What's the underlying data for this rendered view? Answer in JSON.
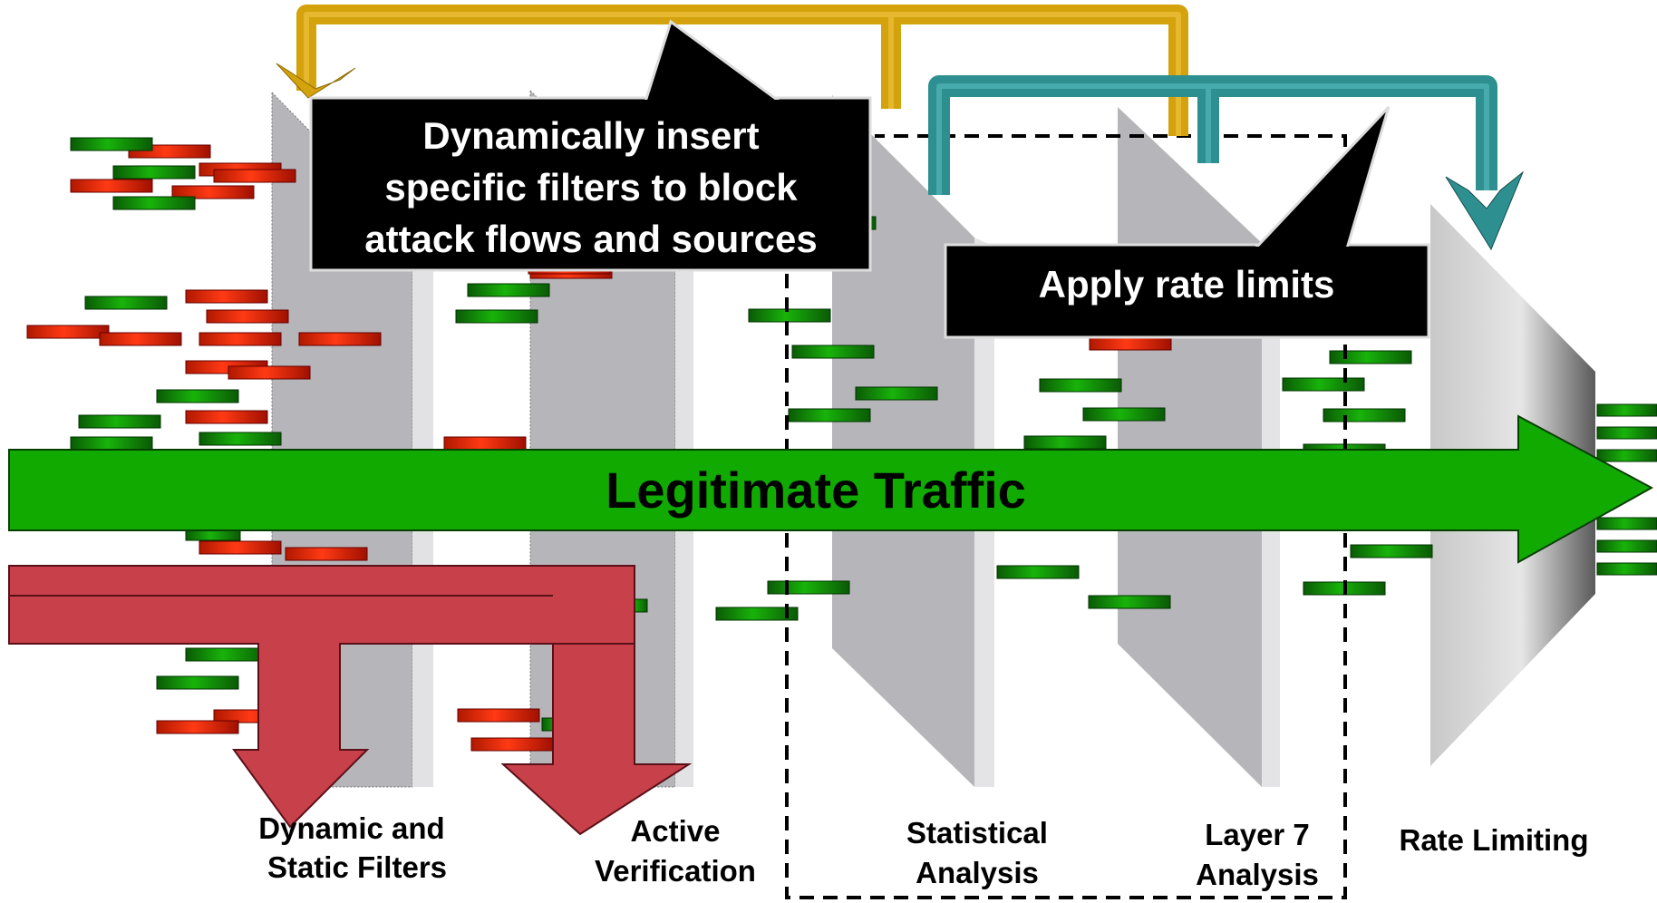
{
  "callouts": {
    "filters": [
      "Dynamically insert",
      "specific filters to block",
      "attack flows and sources"
    ],
    "rate": "Apply rate limits"
  },
  "main_arrow": "Legitimate Traffic",
  "stages": {
    "dynamic_filters": [
      "Dynamic and",
      "Static Filters"
    ],
    "active_verification": [
      "Active",
      "Verification"
    ],
    "statistical": [
      "Statistical",
      "Analysis"
    ],
    "layer7": [
      "Layer 7",
      "Analysis"
    ],
    "rate_limiting": "Rate Limiting"
  },
  "colors": {
    "legit": "#11aa00",
    "attack": "#e8200a",
    "drop_arrow": "#c8404a",
    "gold_arrow": "#d4a20c",
    "teal_arrow": "#2e8f90",
    "panel": "#b4b4b8",
    "callout_bg": "#000000"
  }
}
